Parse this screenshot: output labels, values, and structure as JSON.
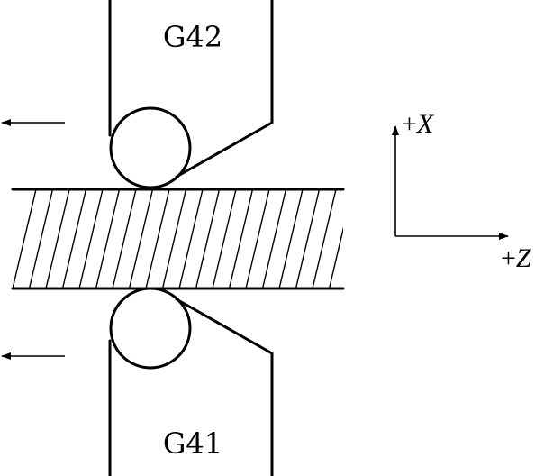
{
  "labels": {
    "top_tool": "G42",
    "bottom_tool": "G41"
  },
  "axes": {
    "x_sign": "+",
    "x_letter": "X",
    "z_sign": "+",
    "z_letter": "Z"
  },
  "colors": {
    "ink": "#000000",
    "background": "#ffffff"
  }
}
